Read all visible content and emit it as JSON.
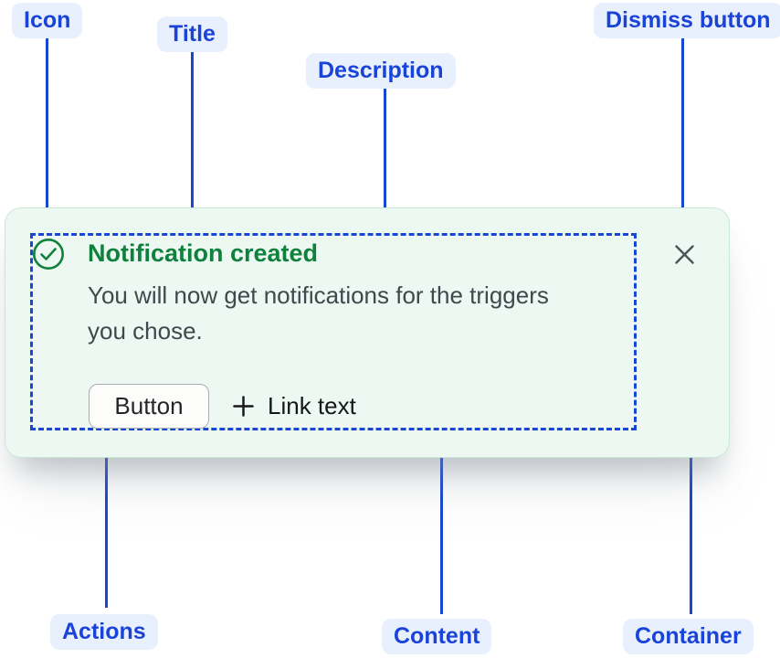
{
  "annotations": {
    "icon": "Icon",
    "title": "Title",
    "description": "Description",
    "dismiss": "Dismiss button",
    "actions": "Actions",
    "content": "Content",
    "container": "Container"
  },
  "notification": {
    "title": "Notification created",
    "description_lines": {
      "line1": "You will now get notifications for the triggers",
      "line2": "you chose."
    },
    "button_label": "Button",
    "link_label": "Link text",
    "icons": {
      "status": "check-circle-icon",
      "link": "plus-icon",
      "dismiss": "close-icon"
    }
  },
  "colors": {
    "annotation_blue": "#1847D1",
    "annotation_label_bg": "#E9F0FD",
    "annotation_label_text": "#1A43D7",
    "card_bg": "#ECF8F1",
    "card_border": "#CBE8D6",
    "content_outline": "#1847D1",
    "success_green": "#0F813D",
    "description_text": "#42474D",
    "dismiss_gray": "#4E5358",
    "button_border": "#A8ADB3",
    "button_bg": "#FCFCFB"
  }
}
